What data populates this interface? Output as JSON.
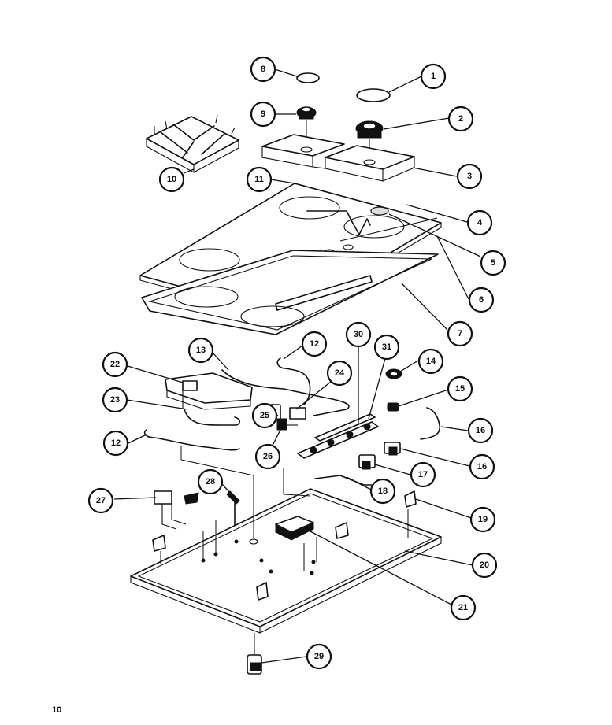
{
  "page_number": "10",
  "callouts": [
    {
      "id": "c1",
      "label": "1"
    },
    {
      "id": "c2",
      "label": "2"
    },
    {
      "id": "c3",
      "label": "3"
    },
    {
      "id": "c4",
      "label": "4"
    },
    {
      "id": "c5",
      "label": "5"
    },
    {
      "id": "c6",
      "label": "6"
    },
    {
      "id": "c7",
      "label": "7"
    },
    {
      "id": "c8",
      "label": "8"
    },
    {
      "id": "c9",
      "label": "9"
    },
    {
      "id": "c10",
      "label": "10"
    },
    {
      "id": "c11",
      "label": "11"
    },
    {
      "id": "c12a",
      "label": "12"
    },
    {
      "id": "c12b",
      "label": "12"
    },
    {
      "id": "c13",
      "label": "13"
    },
    {
      "id": "c14",
      "label": "14"
    },
    {
      "id": "c15",
      "label": "15"
    },
    {
      "id": "c16a",
      "label": "16"
    },
    {
      "id": "c16b",
      "label": "16"
    },
    {
      "id": "c17",
      "label": "17"
    },
    {
      "id": "c18",
      "label": "18"
    },
    {
      "id": "c19",
      "label": "19"
    },
    {
      "id": "c20",
      "label": "20"
    },
    {
      "id": "c21",
      "label": "21"
    },
    {
      "id": "c22",
      "label": "22"
    },
    {
      "id": "c23",
      "label": "23"
    },
    {
      "id": "c24",
      "label": "24"
    },
    {
      "id": "c25",
      "label": "25"
    },
    {
      "id": "c26",
      "label": "26"
    },
    {
      "id": "c27",
      "label": "27"
    },
    {
      "id": "c28",
      "label": "28"
    },
    {
      "id": "c29",
      "label": "29"
    },
    {
      "id": "c30",
      "label": "30"
    },
    {
      "id": "c31",
      "label": "31"
    }
  ]
}
